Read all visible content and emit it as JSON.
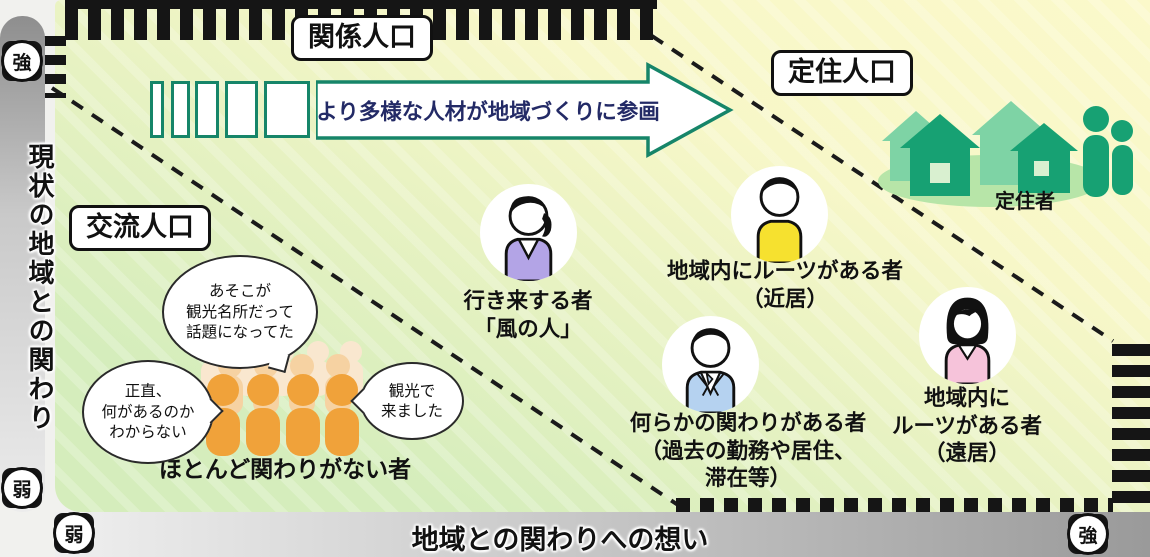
{
  "tags": {
    "kankei": "関係人口",
    "teiju": "定住人口",
    "koryu": "交流人口"
  },
  "arrow": {
    "label": "より多様な人材が地域づくりに参画"
  },
  "axis": {
    "y_label": "現状の地域との関わり",
    "y_top": "強",
    "y_bottom": "弱",
    "x_label": "地域との関わりへの想い",
    "x_left": "弱",
    "x_right": "強"
  },
  "people": {
    "kaze": {
      "line1": "行き来する者",
      "line2": "「風の人」"
    },
    "kinkyo": {
      "line1": "地域内にルーツがある者",
      "line2": "（近居）"
    },
    "kakawari": {
      "line1": "何らかの関わりがある者",
      "line2": "（過去の勤務や居住、",
      "line3": "滞在等）"
    },
    "enkyo": {
      "line1": "地域内に",
      "line2": "ルーツがある者",
      "line3": "（遠居）"
    }
  },
  "crowd": {
    "label": "ほとんど関わりがない者"
  },
  "settlers": {
    "label": "定住者"
  },
  "bubbles": {
    "b1": {
      "line1": "あそこが",
      "line2": "観光名所だって",
      "line3": "話題になってた"
    },
    "b2": {
      "line1": "正直、",
      "line2": "何があるのか",
      "line3": "わからない"
    },
    "b3": {
      "line1": "観光で",
      "line2": "来ました"
    }
  },
  "colors": {
    "accent_teal": "#168569",
    "arrow_text_navy": "#232a66",
    "crowd_orange": "#f0a23a",
    "house_green": "#17a173",
    "panel_green": "#d5edbc",
    "panel_yellow": "#fbf9ca",
    "hatch_black": "#151515"
  }
}
